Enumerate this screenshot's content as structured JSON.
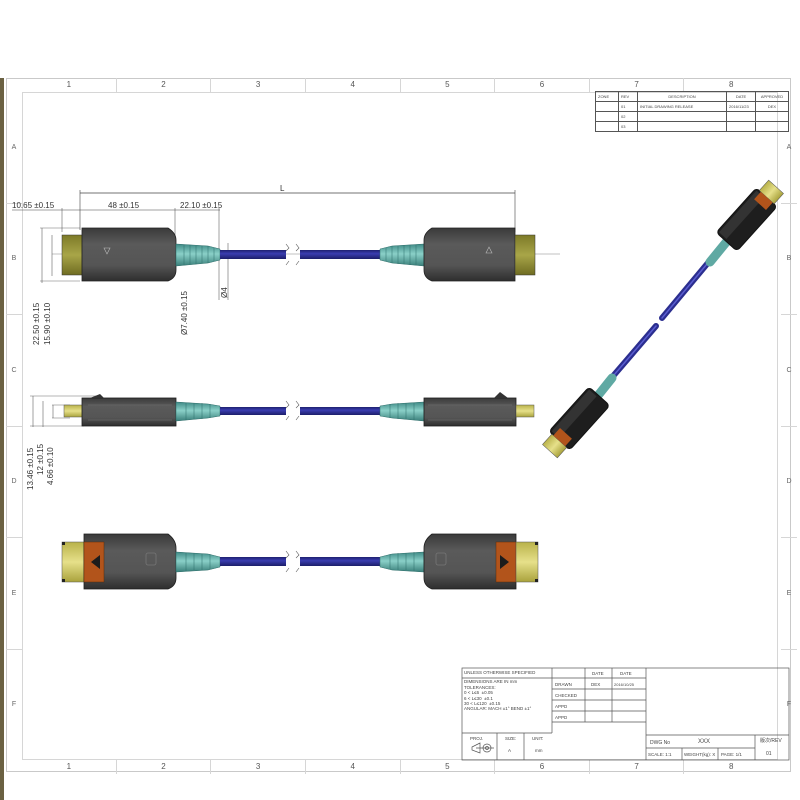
{
  "sheet": {
    "columns": [
      "1",
      "2",
      "3",
      "4",
      "5",
      "6",
      "7",
      "8"
    ],
    "rows": [
      "A",
      "B",
      "C",
      "D",
      "E",
      "F"
    ]
  },
  "revision_table": {
    "headers": [
      "ZONE",
      "REV",
      "DESCRIPTION",
      "DATE",
      "APPROVED"
    ],
    "rows": [
      {
        "zone": "",
        "rev": "01",
        "description": "INITIAL DRAWING RELEASE",
        "date": "2016/11/23",
        "approved": "DEX"
      },
      {
        "zone": "",
        "rev": "02",
        "description": "",
        "date": "",
        "approved": ""
      },
      {
        "zone": "",
        "rev": "03",
        "description": "",
        "date": "",
        "approved": ""
      }
    ]
  },
  "dimensions": {
    "overall_length": "L",
    "plug_length": "10.65 ±0.15",
    "housing_length": "48 ±0.15",
    "strain_relief_length": "22.10 ±0.15",
    "housing_height": "22.50 ±0.15",
    "plug_height": "15.90 ±0.10",
    "strain_relief_dia": "Ø7.40 ±0.15",
    "cable_dia": "Ø4",
    "side_total_height": "13.46 ±0.15",
    "side_housing_height": "12 ±0.15",
    "side_plug_height": "4.66 ±0.10"
  },
  "title_block": {
    "unless_specified": "UNLESS OTHERWISE SPECIFIED",
    "dimensions_note": "DIMENSIONS ARE IN mm",
    "tolerances_label": "TOLERANCES:",
    "tolerances": [
      {
        "range": "0 < L≤6",
        "tol": "±0.05"
      },
      {
        "range": "6 < L≤30",
        "tol": "±0.1"
      },
      {
        "range": "30 < L≤120",
        "tol": "±0.15"
      }
    ],
    "angular": "ANGULAR: MACH ±1° BEND ±1°",
    "date_headers": [
      "DATE",
      "DATE"
    ],
    "drawn_label": "DRAWN",
    "drawn_by": "DEX",
    "drawn_date": "2016/10/25",
    "checked_label": "CHECKED",
    "appr1_label": "APPD",
    "appr2_label": "APPD",
    "proj_label": "PROJ.",
    "size_label": "SIZE:",
    "size_value": "A",
    "unit_label": "UNIT:",
    "unit_value": "mm",
    "dwg_no_label": "DWG No",
    "dwg_no_value": "XXX",
    "rev_label": "版次/REV",
    "rev_value": "01",
    "scale": "SCALE: 1:1",
    "weight": "WEIGHT(kg): X",
    "page": "PAGE: 1/1"
  },
  "colors": {
    "cable": "#2b2e8f",
    "housing": "#4a4a4a",
    "housing_dark": "#2b2b2b",
    "plug": "#9d9a3a",
    "strain_relief": "#5fa9a3",
    "latch_orange": "#b2541b"
  }
}
